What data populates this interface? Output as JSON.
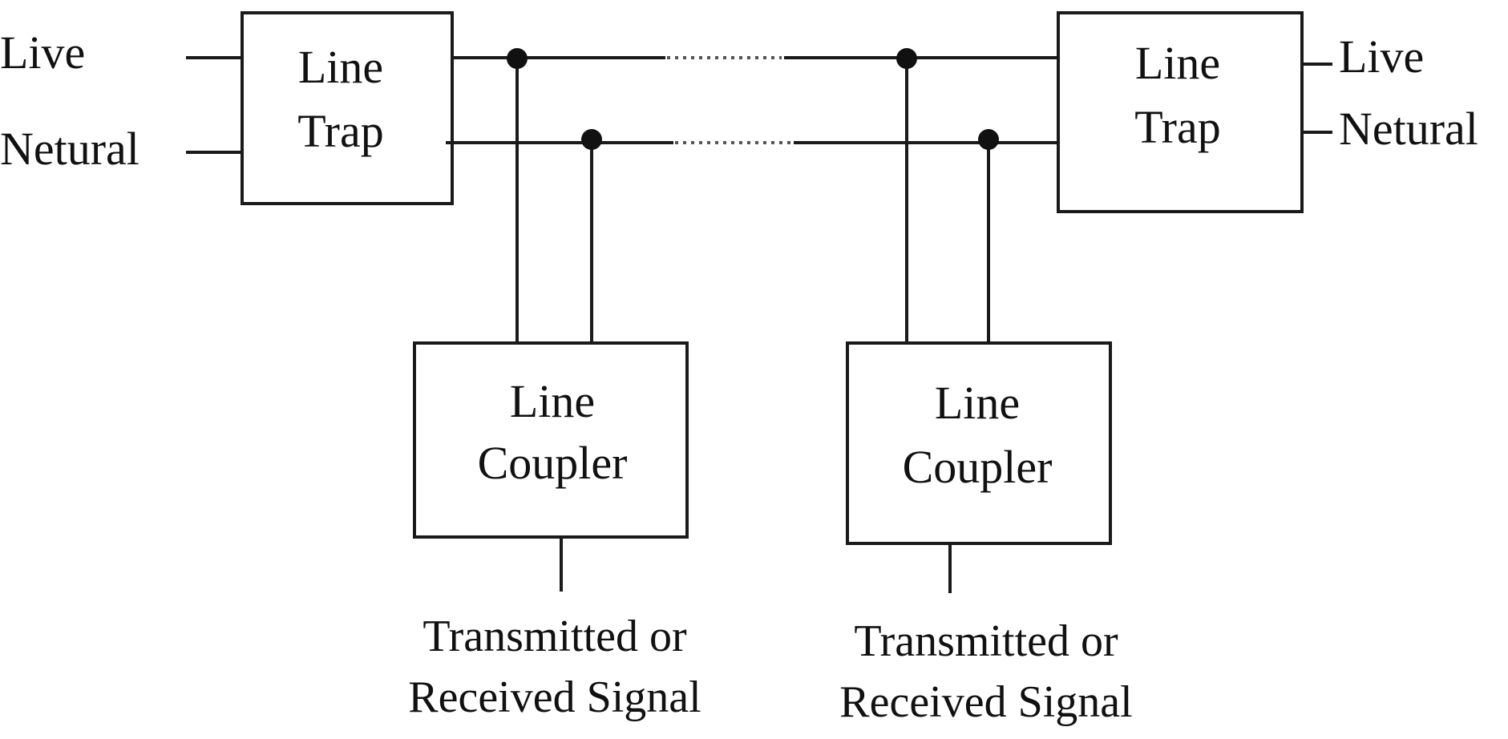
{
  "left_terminals": {
    "live": "Live",
    "neutral": "Netural"
  },
  "right_terminals": {
    "live": "Live",
    "neutral": "Netural"
  },
  "left_trap": {
    "line1": "Line",
    "line2": "Trap"
  },
  "right_trap": {
    "line1": "Line",
    "line2": "Trap"
  },
  "left_coupler": {
    "line1": "Line",
    "line2": "Coupler"
  },
  "right_coupler": {
    "line1": "Line",
    "line2": "Coupler"
  },
  "left_signal": {
    "line1": "Transmitted or",
    "line2": "Received Signal"
  },
  "right_signal": {
    "line1": "Transmitted or",
    "line2": "Received Signal"
  },
  "colors": {
    "ink": "#1a1a1a",
    "background": "#ffffff"
  }
}
